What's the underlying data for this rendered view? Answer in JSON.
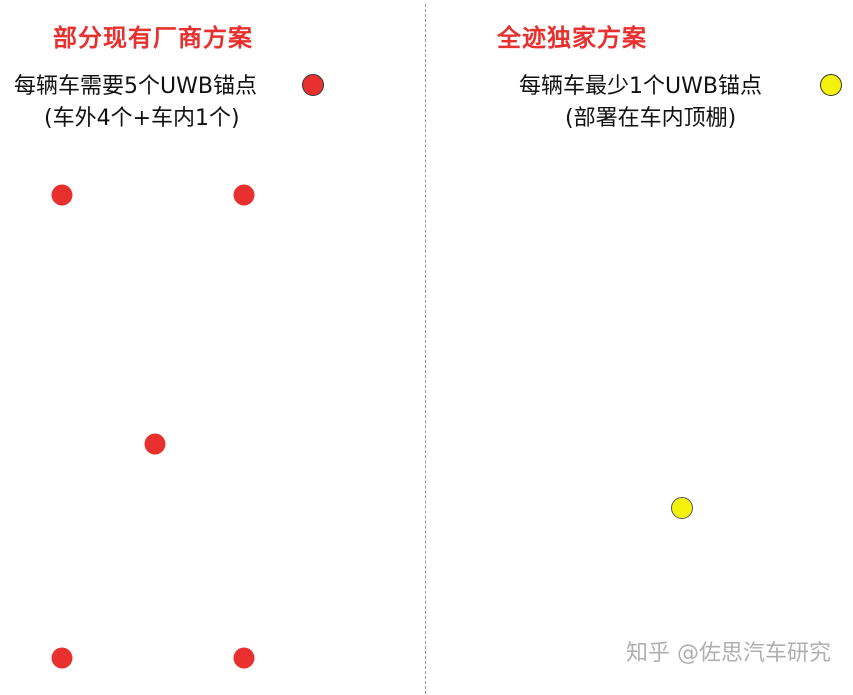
{
  "left_panel": {
    "title": "部分现有厂商方案",
    "line1": "每辆车需要5个UWB锚点",
    "line2": "(车外4个+车内1个)",
    "anchor_color": "#e8312f"
  },
  "right_panel": {
    "title": "全迹独家方案",
    "line1": "每辆车最少1个UWB锚点",
    "line2": "(部署在车内顶棚)",
    "anchor_color": "#f4f20a"
  },
  "watermark": "知乎 @佐思汽车研究"
}
